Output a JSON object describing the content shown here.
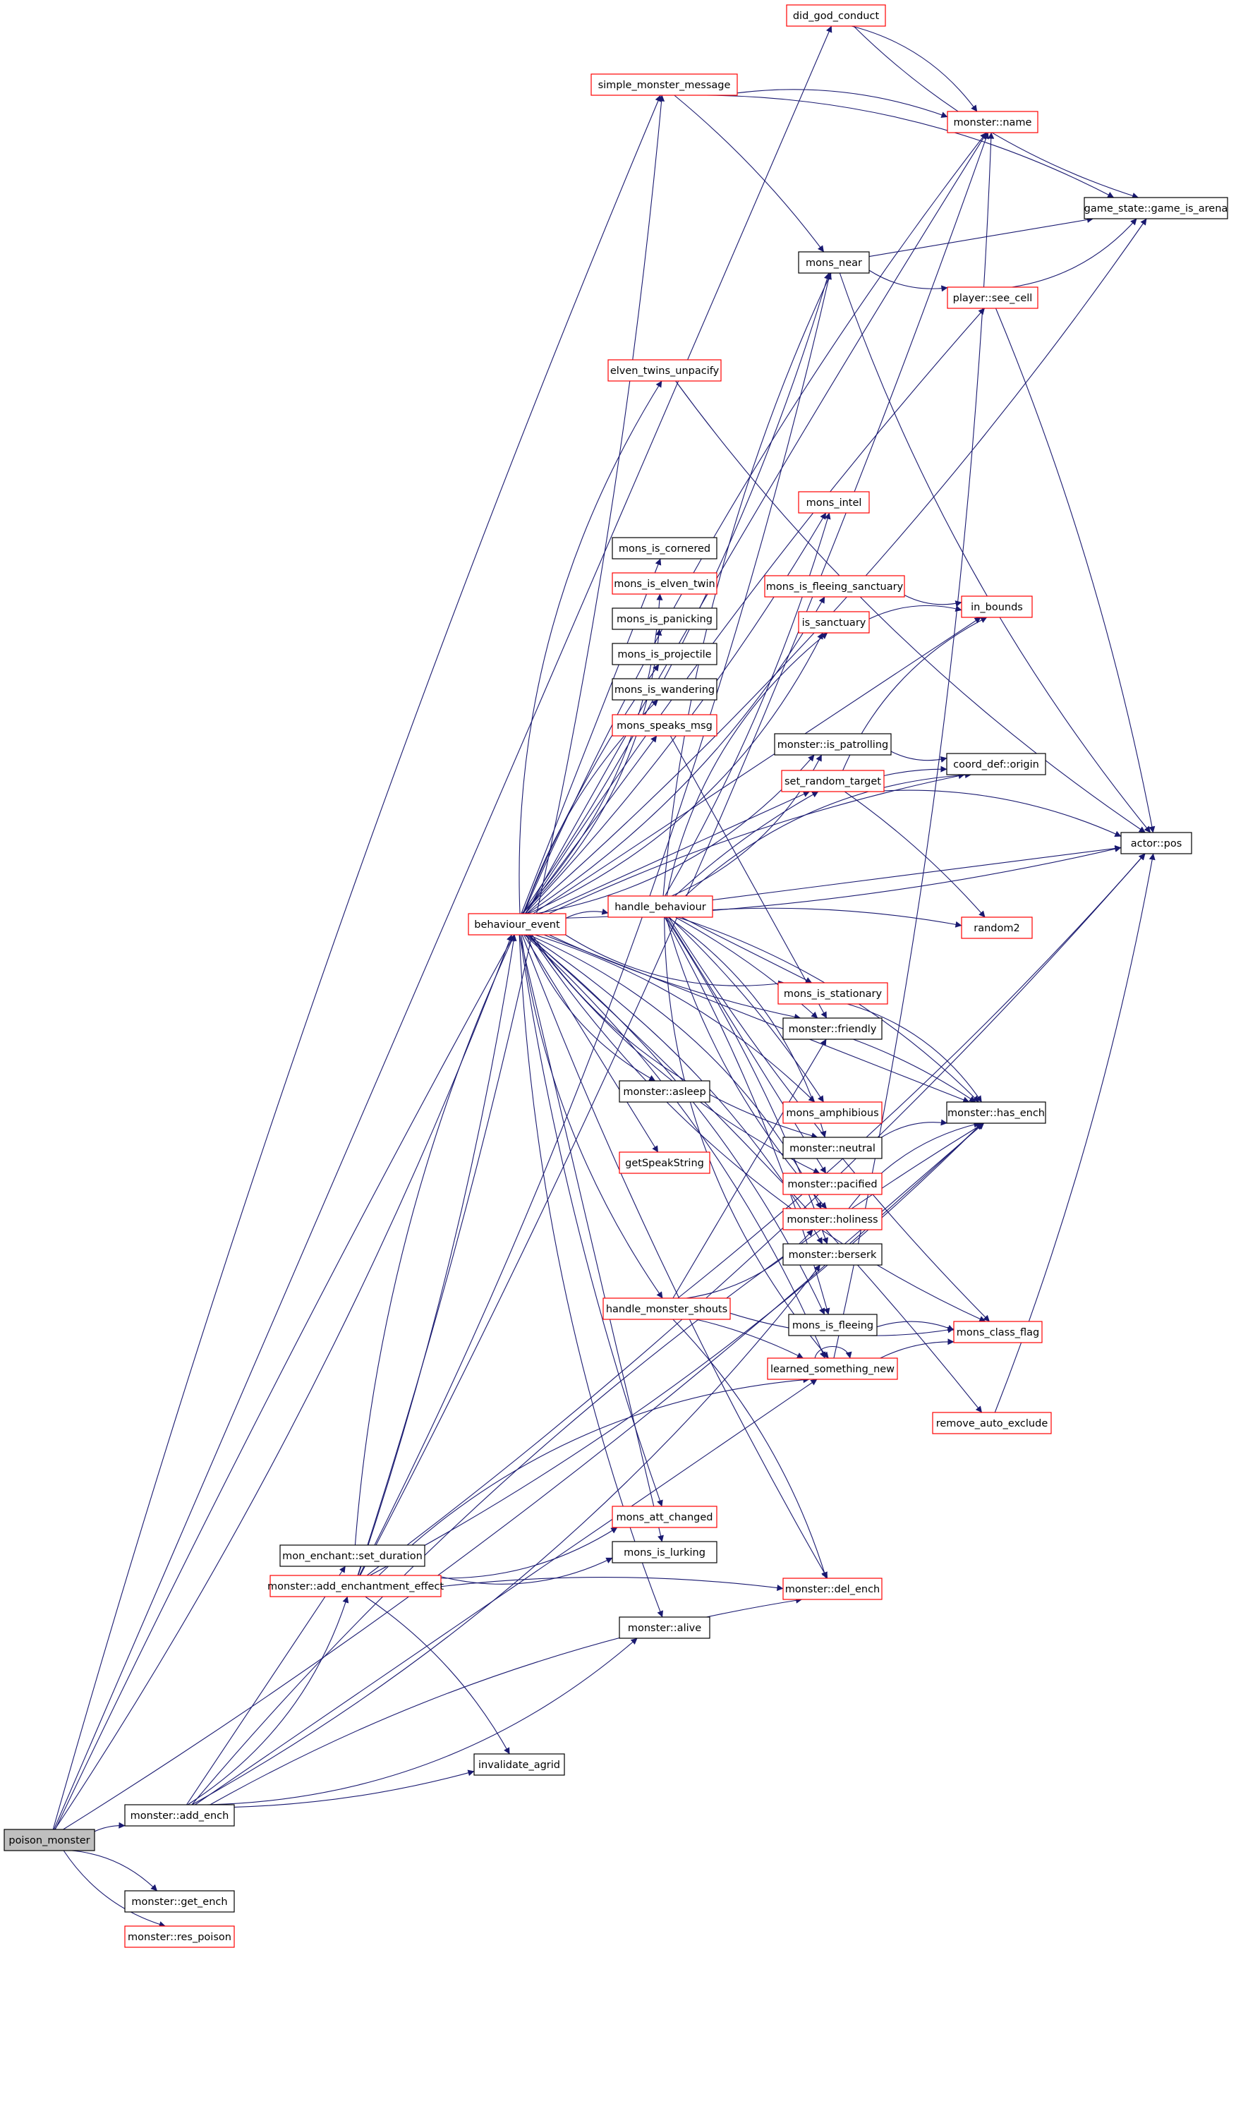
{
  "colors": {
    "edge": "#191970",
    "node_border_black": "#000000",
    "node_border_red": "#ff0000",
    "root_fill": "#bfbfbf",
    "node_fill": "#ffffff",
    "text": "#000000"
  },
  "nodes": [
    {
      "id": "poison_monster",
      "label": "poison_monster",
      "style": "root"
    },
    {
      "id": "did_god_conduct",
      "label": "did_god_conduct",
      "style": "red"
    },
    {
      "id": "simple_monster_message",
      "label": "simple_monster_message",
      "style": "red"
    },
    {
      "id": "monster_name",
      "label": "monster::name",
      "style": "red"
    },
    {
      "id": "game_is_arena",
      "label": "game_state::game_is_arena",
      "style": "black"
    },
    {
      "id": "mons_near",
      "label": "mons_near",
      "style": "black"
    },
    {
      "id": "see_cell",
      "label": "player::see_cell",
      "style": "red"
    },
    {
      "id": "elven_twins_unpacify",
      "label": "elven_twins_unpacify",
      "style": "red"
    },
    {
      "id": "mons_intel",
      "label": "mons_intel",
      "style": "red"
    },
    {
      "id": "mons_is_cornered",
      "label": "mons_is_cornered",
      "style": "black"
    },
    {
      "id": "mons_is_fleeing_sanctuary",
      "label": "mons_is_fleeing_sanctuary",
      "style": "red"
    },
    {
      "id": "mons_is_elven_twin",
      "label": "mons_is_elven_twin",
      "style": "red"
    },
    {
      "id": "in_bounds",
      "label": "in_bounds",
      "style": "red"
    },
    {
      "id": "is_sanctuary",
      "label": "is_sanctuary",
      "style": "red"
    },
    {
      "id": "mons_is_panicking",
      "label": "mons_is_panicking",
      "style": "black"
    },
    {
      "id": "mons_is_projectile",
      "label": "mons_is_projectile",
      "style": "black"
    },
    {
      "id": "mons_is_wandering",
      "label": "mons_is_wandering",
      "style": "black"
    },
    {
      "id": "mons_speaks_msg",
      "label": "mons_speaks_msg",
      "style": "red"
    },
    {
      "id": "is_patrolling",
      "label": "monster::is_patrolling",
      "style": "black"
    },
    {
      "id": "coord_origin",
      "label": "coord_def::origin",
      "style": "black"
    },
    {
      "id": "set_random_target",
      "label": "set_random_target",
      "style": "red"
    },
    {
      "id": "actor_pos",
      "label": "actor::pos",
      "style": "black"
    },
    {
      "id": "handle_behaviour",
      "label": "handle_behaviour",
      "style": "red"
    },
    {
      "id": "behaviour_event",
      "label": "behaviour_event",
      "style": "red"
    },
    {
      "id": "random2",
      "label": "random2",
      "style": "red"
    },
    {
      "id": "mons_is_stationary",
      "label": "mons_is_stationary",
      "style": "red"
    },
    {
      "id": "monster_friendly",
      "label": "monster::friendly",
      "style": "black"
    },
    {
      "id": "monster_asleep",
      "label": "monster::asleep",
      "style": "black"
    },
    {
      "id": "has_ench",
      "label": "monster::has_ench",
      "style": "black"
    },
    {
      "id": "mons_amphibious",
      "label": "mons_amphibious",
      "style": "red"
    },
    {
      "id": "monster_neutral",
      "label": "monster::neutral",
      "style": "black"
    },
    {
      "id": "getSpeakString",
      "label": "getSpeakString",
      "style": "red"
    },
    {
      "id": "monster_pacified",
      "label": "monster::pacified",
      "style": "red"
    },
    {
      "id": "monster_holiness",
      "label": "monster::holiness",
      "style": "red"
    },
    {
      "id": "monster_berserk",
      "label": "monster::berserk",
      "style": "black"
    },
    {
      "id": "handle_monster_shouts",
      "label": "handle_monster_shouts",
      "style": "red"
    },
    {
      "id": "mons_is_fleeing",
      "label": "mons_is_fleeing",
      "style": "black"
    },
    {
      "id": "mons_class_flag",
      "label": "mons_class_flag",
      "style": "red"
    },
    {
      "id": "learned_something_new",
      "label": "learned_something_new",
      "style": "red"
    },
    {
      "id": "remove_auto_exclude",
      "label": "remove_auto_exclude",
      "style": "red"
    },
    {
      "id": "mons_att_changed",
      "label": "mons_att_changed",
      "style": "red"
    },
    {
      "id": "mon_enchant_set_duration",
      "label": "mon_enchant::set_duration",
      "style": "black"
    },
    {
      "id": "mons_is_lurking",
      "label": "mons_is_lurking",
      "style": "black"
    },
    {
      "id": "add_enchantment_effect",
      "label": "monster::add_enchantment_effect",
      "style": "red"
    },
    {
      "id": "del_ench",
      "label": "monster::del_ench",
      "style": "red"
    },
    {
      "id": "monster_alive",
      "label": "monster::alive",
      "style": "black"
    },
    {
      "id": "invalidate_agrid",
      "label": "invalidate_agrid",
      "style": "black"
    },
    {
      "id": "add_ench",
      "label": "monster::add_ench",
      "style": "black"
    },
    {
      "id": "get_ench",
      "label": "monster::get_ench",
      "style": "black"
    },
    {
      "id": "res_poison",
      "label": "monster::res_poison",
      "style": "red"
    }
  ],
  "edges": [
    [
      "poison_monster",
      "did_god_conduct"
    ],
    [
      "poison_monster",
      "simple_monster_message"
    ],
    [
      "poison_monster",
      "behaviour_event"
    ],
    [
      "poison_monster",
      "add_ench"
    ],
    [
      "poison_monster",
      "get_ench"
    ],
    [
      "poison_monster",
      "res_poison"
    ],
    [
      "poison_monster",
      "has_ench"
    ],
    [
      "poison_monster",
      "monster_name"
    ],
    [
      "did_god_conduct",
      "monster_name"
    ],
    [
      "did_god_conduct",
      "game_is_arena"
    ],
    [
      "simple_monster_message",
      "monster_name"
    ],
    [
      "simple_monster_message",
      "mons_near"
    ],
    [
      "simple_monster_message",
      "game_is_arena"
    ],
    [
      "mons_near",
      "game_is_arena"
    ],
    [
      "mons_near",
      "see_cell"
    ],
    [
      "mons_near",
      "actor_pos"
    ],
    [
      "see_cell",
      "game_is_arena"
    ],
    [
      "see_cell",
      "actor_pos"
    ],
    [
      "elven_twins_unpacify",
      "actor_pos"
    ],
    [
      "mons_is_fleeing_sanctuary",
      "in_bounds"
    ],
    [
      "is_sanctuary",
      "in_bounds"
    ],
    [
      "mons_speaks_msg",
      "monster_friendly"
    ],
    [
      "is_patrolling",
      "coord_origin"
    ],
    [
      "set_random_target",
      "coord_origin"
    ],
    [
      "set_random_target",
      "actor_pos"
    ],
    [
      "set_random_target",
      "random2"
    ],
    [
      "set_random_target",
      "in_bounds"
    ],
    [
      "behaviour_event",
      "monster_name"
    ],
    [
      "behaviour_event",
      "game_is_arena"
    ],
    [
      "behaviour_event",
      "mons_near"
    ],
    [
      "behaviour_event",
      "see_cell"
    ],
    [
      "behaviour_event",
      "elven_twins_unpacify"
    ],
    [
      "behaviour_event",
      "mons_intel"
    ],
    [
      "behaviour_event",
      "mons_is_cornered"
    ],
    [
      "behaviour_event",
      "mons_is_fleeing_sanctuary"
    ],
    [
      "behaviour_event",
      "mons_is_elven_twin"
    ],
    [
      "behaviour_event",
      "in_bounds"
    ],
    [
      "behaviour_event",
      "is_sanctuary"
    ],
    [
      "behaviour_event",
      "mons_is_panicking"
    ],
    [
      "behaviour_event",
      "mons_is_projectile"
    ],
    [
      "behaviour_event",
      "mons_is_wandering"
    ],
    [
      "behaviour_event",
      "mons_speaks_msg"
    ],
    [
      "behaviour_event",
      "is_patrolling"
    ],
    [
      "behaviour_event",
      "coord_origin"
    ],
    [
      "behaviour_event",
      "set_random_target"
    ],
    [
      "behaviour_event",
      "actor_pos"
    ],
    [
      "behaviour_event",
      "handle_behaviour"
    ],
    [
      "behaviour_event",
      "mons_is_stationary"
    ],
    [
      "behaviour_event",
      "monster_friendly"
    ],
    [
      "behaviour_event",
      "monster_asleep"
    ],
    [
      "behaviour_event",
      "has_ench"
    ],
    [
      "behaviour_event",
      "mons_amphibious"
    ],
    [
      "behaviour_event",
      "monster_neutral"
    ],
    [
      "behaviour_event",
      "getSpeakString"
    ],
    [
      "behaviour_event",
      "monster_pacified"
    ],
    [
      "behaviour_event",
      "monster_holiness"
    ],
    [
      "behaviour_event",
      "monster_berserk"
    ],
    [
      "behaviour_event",
      "handle_monster_shouts"
    ],
    [
      "behaviour_event",
      "mons_is_fleeing"
    ],
    [
      "behaviour_event",
      "mons_class_flag"
    ],
    [
      "behaviour_event",
      "learned_something_new"
    ],
    [
      "behaviour_event",
      "remove_auto_exclude"
    ],
    [
      "behaviour_event",
      "mons_att_changed"
    ],
    [
      "behaviour_event",
      "mons_is_lurking"
    ],
    [
      "behaviour_event",
      "del_ench"
    ],
    [
      "behaviour_event",
      "monster_alive"
    ],
    [
      "handle_behaviour",
      "mons_near"
    ],
    [
      "handle_behaviour",
      "mons_intel"
    ],
    [
      "handle_behaviour",
      "is_sanctuary"
    ],
    [
      "handle_behaviour",
      "is_patrolling"
    ],
    [
      "handle_behaviour",
      "coord_origin"
    ],
    [
      "handle_behaviour",
      "set_random_target"
    ],
    [
      "handle_behaviour",
      "actor_pos"
    ],
    [
      "handle_behaviour",
      "random2"
    ],
    [
      "handle_behaviour",
      "mons_is_stationary"
    ],
    [
      "handle_behaviour",
      "monster_friendly"
    ],
    [
      "handle_behaviour",
      "has_ench"
    ],
    [
      "handle_behaviour",
      "mons_amphibious"
    ],
    [
      "handle_behaviour",
      "monster_neutral"
    ],
    [
      "handle_behaviour",
      "monster_pacified"
    ],
    [
      "handle_behaviour",
      "monster_holiness"
    ],
    [
      "handle_behaviour",
      "monster_berserk"
    ],
    [
      "handle_behaviour",
      "mons_is_fleeing"
    ],
    [
      "handle_behaviour",
      "learned_something_new"
    ],
    [
      "handle_behaviour",
      "mons_class_flag"
    ],
    [
      "mons_is_stationary",
      "has_ench"
    ],
    [
      "monster_friendly",
      "has_ench"
    ],
    [
      "monster_neutral",
      "has_ench"
    ],
    [
      "monster_holiness",
      "has_ench"
    ],
    [
      "monster_berserk",
      "has_ench"
    ],
    [
      "handle_monster_shouts",
      "monster_friendly"
    ],
    [
      "handle_monster_shouts",
      "monster_holiness"
    ],
    [
      "handle_monster_shouts",
      "actor_pos"
    ],
    [
      "handle_monster_shouts",
      "learned_something_new"
    ],
    [
      "handle_monster_shouts",
      "mons_class_flag"
    ],
    [
      "handle_monster_shouts",
      "del_ench"
    ],
    [
      "mons_is_fleeing",
      "mons_class_flag"
    ],
    [
      "learned_something_new",
      "learned_something_new"
    ],
    [
      "learned_something_new",
      "monster_name"
    ],
    [
      "learned_something_new",
      "mons_class_flag"
    ],
    [
      "remove_auto_exclude",
      "actor_pos"
    ],
    [
      "mon_enchant_set_duration",
      "behaviour_event"
    ],
    [
      "add_enchantment_effect",
      "behaviour_event"
    ],
    [
      "add_enchantment_effect",
      "simple_monster_message"
    ],
    [
      "add_enchantment_effect",
      "monster_name"
    ],
    [
      "add_enchantment_effect",
      "mons_near"
    ],
    [
      "add_enchantment_effect",
      "mons_att_changed"
    ],
    [
      "add_enchantment_effect",
      "mons_is_lurking"
    ],
    [
      "add_enchantment_effect",
      "del_ench"
    ],
    [
      "add_enchantment_effect",
      "invalidate_agrid"
    ],
    [
      "add_enchantment_effect",
      "has_ench"
    ],
    [
      "add_enchantment_effect",
      "actor_pos"
    ],
    [
      "add_enchantment_effect",
      "learned_something_new"
    ],
    [
      "add_ench",
      "mon_enchant_set_duration"
    ],
    [
      "add_ench",
      "add_enchantment_effect"
    ],
    [
      "add_ench",
      "invalidate_agrid"
    ],
    [
      "add_ench",
      "monster_alive"
    ],
    [
      "add_ench",
      "learned_something_new"
    ],
    [
      "add_ench",
      "del_ench"
    ],
    [
      "add_ench",
      "has_ench"
    ],
    [
      "add_ench",
      "monster_berserk"
    ]
  ]
}
